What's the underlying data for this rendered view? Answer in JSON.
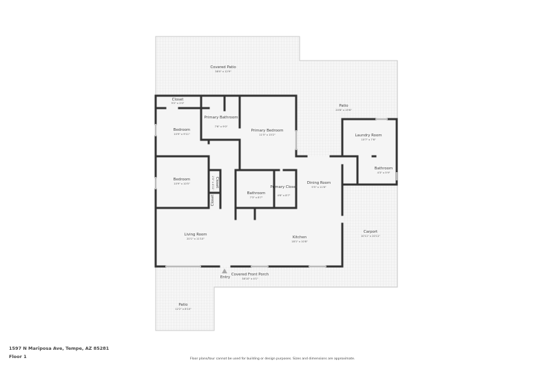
{
  "plan": {
    "rooms": [
      {
        "name": "Covered Patio",
        "dims": "38'0\" x 12'9\""
      },
      {
        "name": "Closet",
        "dims": "9'2\" x 2'0\""
      },
      {
        "name": "Primary Bathroom",
        "dims": "7'6\" x 9'0\""
      },
      {
        "name": "Bedroom",
        "dims": "10'9\" x 9'11\""
      },
      {
        "name": "Primary Bedroom",
        "dims": "11'5\" x 15'2\""
      },
      {
        "name": "Patio",
        "dims": "20'8\" x 19'6\""
      },
      {
        "name": "Laundry Room",
        "dims": "10'7\" x 7'6\""
      },
      {
        "name": "Bathroom",
        "dims": "4'3\" x 5'9\""
      },
      {
        "name": "Bedroom",
        "dims": "10'9\" x 10'5\""
      },
      {
        "name": "Closet",
        "dims": "2'0\" x 4'11\""
      },
      {
        "name": "Closet",
        "dims": ""
      },
      {
        "name": "Bathroom",
        "dims": "7'3\" x 8'7\""
      },
      {
        "name": "Primary Closet",
        "dims": "4'6\" x 8'7\""
      },
      {
        "name": "Dining Room",
        "dims": "9'5\" x 11'6\""
      },
      {
        "name": "Living Room",
        "dims": "20'1\" x 11'10\""
      },
      {
        "name": "Kitchen",
        "dims": "18'1\" x 10'8\""
      },
      {
        "name": "Carport",
        "dims": "10'11\" x 20'11\""
      },
      {
        "name": "Covered Front Porch",
        "dims": "38'10\" x 4'1\""
      },
      {
        "name": "Patio",
        "dims": "12'2\" x 8'10\""
      }
    ],
    "entry_label": "Entry"
  },
  "footer": {
    "address": "1597 N Mariposa Ave, Tempe, AZ 85281",
    "floor": "Floor 1",
    "disclaimer": "Floor plans/tour cannot be used for building or design purposes. Sizes and dimensions are approximate."
  }
}
